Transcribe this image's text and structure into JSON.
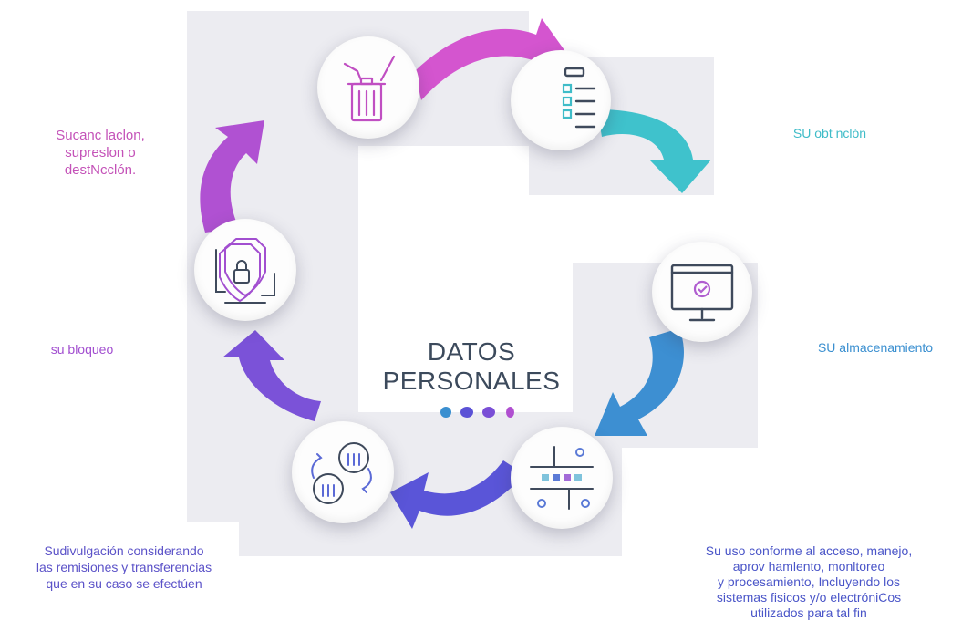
{
  "center": {
    "title_line1": "DATOS",
    "title_line2": "PERSONALES"
  },
  "steps": [
    {
      "id": "obtencion",
      "text": "SU obt nclón",
      "icon": "clipboard-checklist-icon",
      "color": "#3fbcc8"
    },
    {
      "id": "almacenamiento",
      "text": "SU almacenamiento",
      "icon": "monitor-check-icon",
      "color": "#3a8fd0"
    },
    {
      "id": "uso",
      "lines": [
        "Su uso conforme al acceso, manejo,",
        "aprov hamlento, monltoreo",
        "y procesamiento, Incluyendo los",
        "sistemas fisicos y/o electróniCos",
        "utilizados para tal fin"
      ],
      "icon": "processor-chip-icon",
      "color": "#5b52d6"
    },
    {
      "id": "divulgacion",
      "lines": [
        "Sudivulgación considerando",
        "las remisiones y transferencias",
        "que en su caso se efectúen"
      ],
      "icon": "people-transfer-icon",
      "color": "#7a4fd6"
    },
    {
      "id": "bloqueo",
      "text": "su bloqueo",
      "icon": "shield-lock-icon",
      "color": "#a24fd0"
    },
    {
      "id": "cancelacion",
      "lines": [
        "Sucanc laclon,",
        "supreslon o",
        "destNcclón."
      ],
      "icon": "trash-hand-icon",
      "color": "#d44fc8"
    }
  ],
  "colors": {
    "cyan": "#3fbcc8",
    "blue": "#3a8fd0",
    "indigo": "#5b52d6",
    "violet": "#7a4fd6",
    "purple": "#a24fd0",
    "magenta": "#d44fc8"
  }
}
